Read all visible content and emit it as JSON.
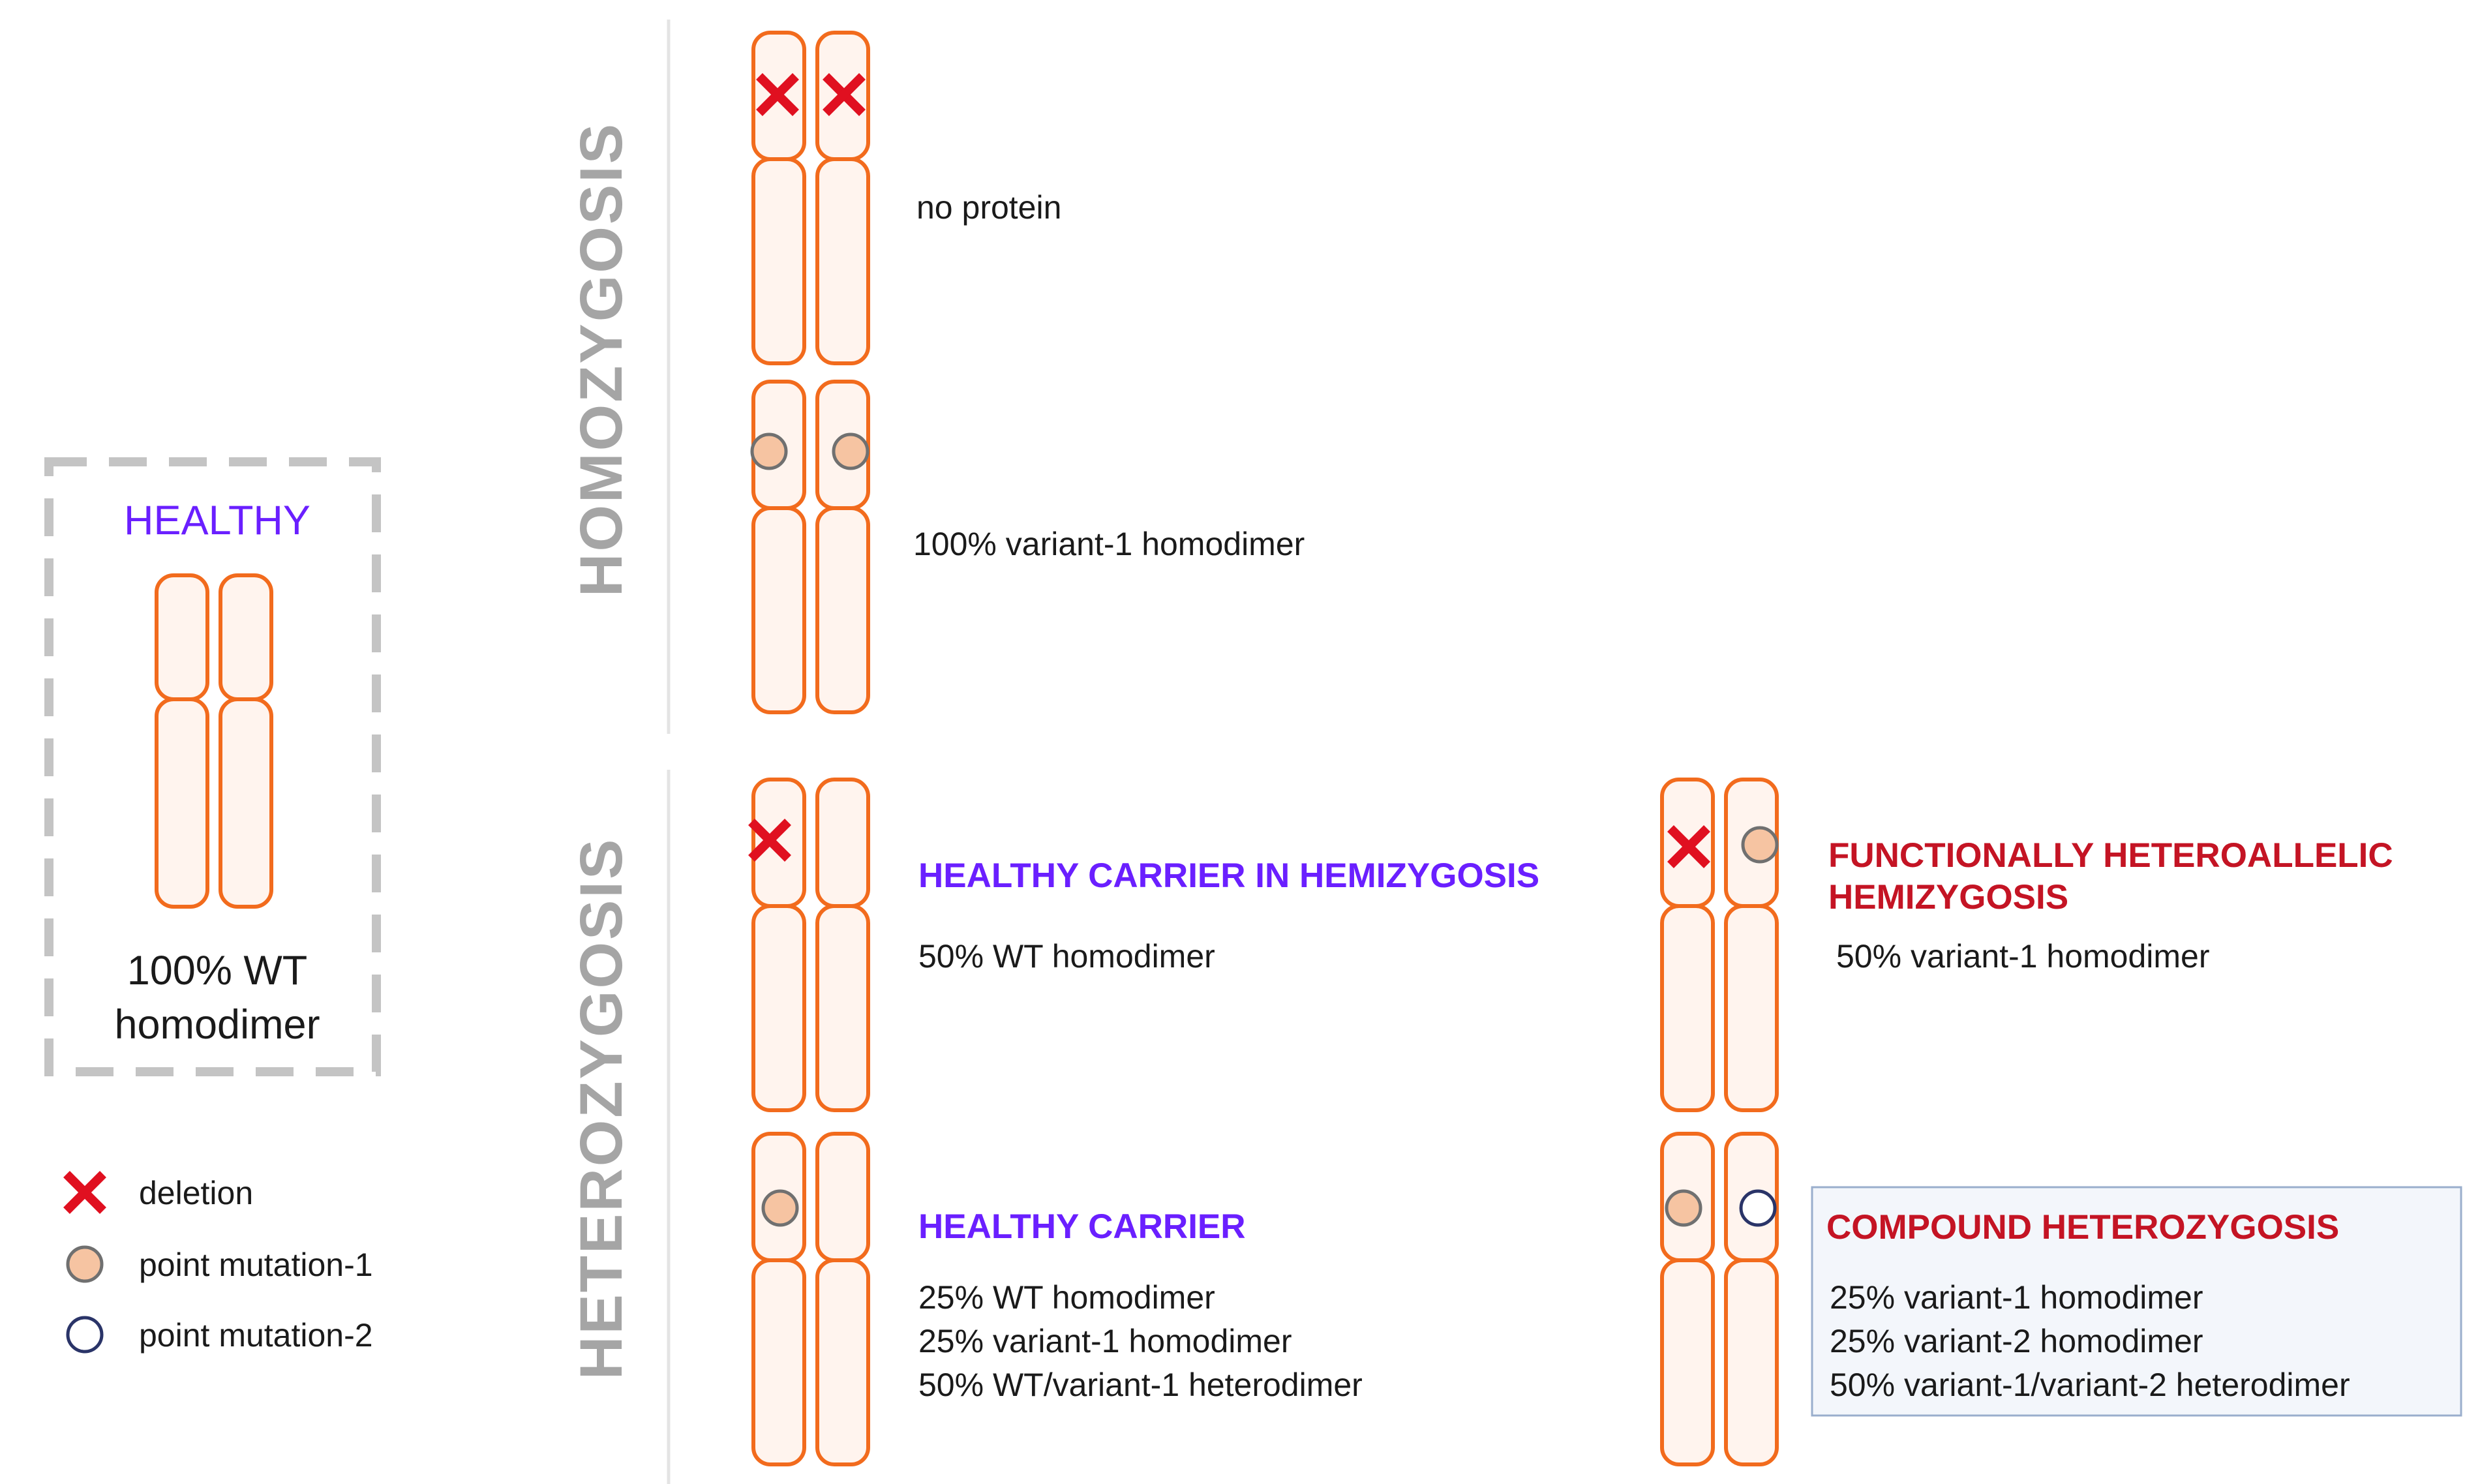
{
  "colors": {
    "chromosome_stroke": "#f26b1d",
    "chromosome_fill": "#fff4ee",
    "deletion": "#e01020",
    "mutation1_fill": "#f6c4a2",
    "mutation1_stroke": "#707070",
    "mutation2_stroke": "#2a3468",
    "healthy_title": "#6a1fff",
    "carrier_title": "#6a1fff",
    "pathogenic_title": "#c41424",
    "section_label": "#a5a5a5"
  },
  "healthy_box": {
    "title": "HEALTHY",
    "caption_line1": "100% WT",
    "caption_line2": "homodimer"
  },
  "legend": [
    {
      "icon": "deletion-cross-icon",
      "label": "deletion"
    },
    {
      "icon": "point-mutation-1-icon",
      "label": "point mutation-1"
    },
    {
      "icon": "point-mutation-2-icon",
      "label": "point mutation-2"
    }
  ],
  "sections": {
    "homozygosis": "HOMOZYGOSIS",
    "heterozygosis": "HETEROZYGOSIS"
  },
  "cases": {
    "homo_deletion": {
      "lines": [
        "no protein"
      ]
    },
    "homo_mutation": {
      "lines": [
        "100% variant-1 homodimer"
      ]
    },
    "hemi_carrier": {
      "title": "HEALTHY CARRIER IN HEMIZYGOSIS",
      "lines": [
        "50% WT homodimer"
      ]
    },
    "carrier": {
      "title": "HEALTHY CARRIER",
      "lines": [
        "25% WT homodimer",
        "25% variant-1 homodimer",
        "50% WT/variant-1 heterodimer"
      ]
    },
    "functional_hemi": {
      "title_line1": "FUNCTIONALLY HETEROALLELIC",
      "title_line2": "HEMIZYGOSIS",
      "lines": [
        "50% variant-1 homodimer"
      ]
    },
    "compound": {
      "title": "COMPOUND HETEROZYGOSIS",
      "lines": [
        "25% variant-1 homodimer",
        "25% variant-2 homodimer",
        "50% variant-1/variant-2 heterodimer"
      ]
    }
  }
}
